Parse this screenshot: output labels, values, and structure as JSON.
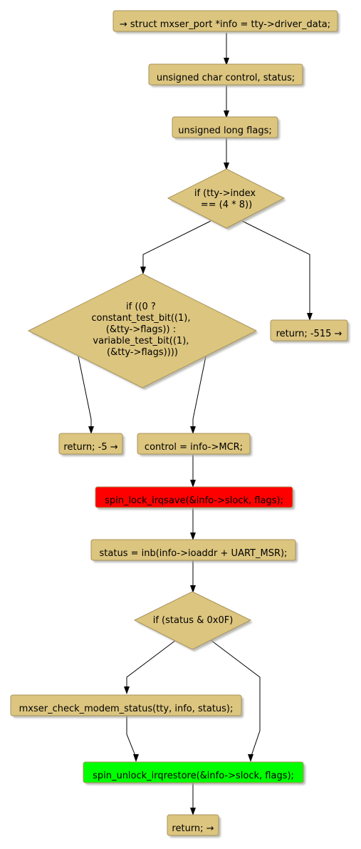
{
  "colors": {
    "node_fill": "#dcc57f",
    "node_stroke": "#a8925b",
    "shadow": "#a5a59f",
    "lock_fill": "#ff0000",
    "unlock_fill": "#00ff00",
    "edge": "#000000"
  },
  "nodes": {
    "n1": "→ struct mxser_port *info = tty->driver_data;",
    "n2": "unsigned char control, status;",
    "n3": "unsigned long flags;",
    "d1": [
      "if (tty->index",
      "== (4 * 8))"
    ],
    "d2": [
      "if ((0 ?",
      "constant_test_bit((1),",
      "(&tty->flags)) :",
      "variable_test_bit((1),",
      "(&tty->flags))))"
    ],
    "r515": "return; -515 →",
    "r5": "return; -5 →",
    "ctrl": "control = info->MCR;",
    "lock": "spin_lock_irqsave(&info->slock, flags);",
    "status": "status = inb(info->ioaddr + UART_MSR);",
    "d3": [
      "if (status & 0x0F)"
    ],
    "check": "mxser_check_modem_status(tty, info, status);",
    "unlock": "spin_unlock_irqrestore(&info->slock, flags);",
    "ret": "return; →"
  }
}
